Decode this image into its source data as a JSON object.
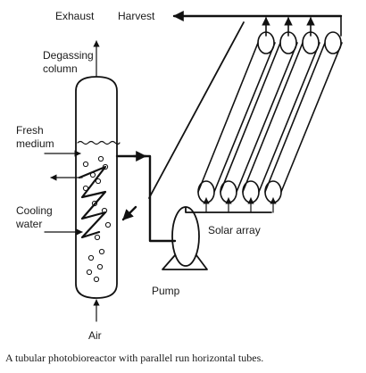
{
  "labels": {
    "exhaust": "Exhaust",
    "harvest": "Harvest",
    "degassing_line1": "Degassing",
    "degassing_line2": "column",
    "fresh_line1": "Fresh",
    "fresh_line2": "medium",
    "cooling_line1": "Cooling",
    "cooling_line2": "water",
    "solar_array": "Solar array",
    "pump": "Pump",
    "air": "Air"
  },
  "caption": "A tubular photobioreactor with parallel run horizontal tubes.",
  "colors": {
    "line": "#111111",
    "text": "#1a1a1a",
    "background": "#ffffff"
  }
}
